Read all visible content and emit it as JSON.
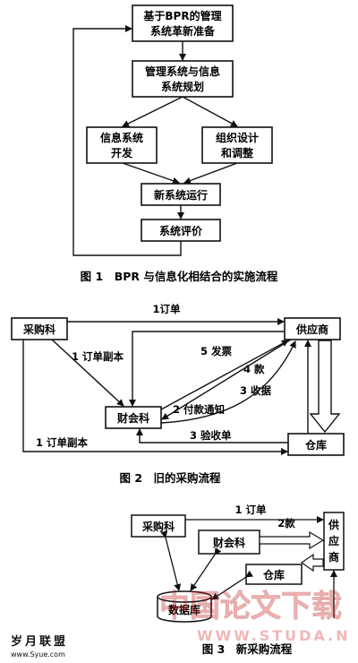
{
  "fig1": {
    "box_bpr_line1": "基于BPR的管理",
    "box_bpr_line2": "系统革新准备",
    "box_plan_line1": "管理系统与信息",
    "box_plan_line2": "系统规划",
    "box_dev_line1": "信息系统",
    "box_dev_line2": "开发",
    "box_org_line1": "组织设计",
    "box_org_line2": "和调整",
    "box_run": "新系统运行",
    "box_eval": "系统评价",
    "caption": "图 1　BPR 与信息化相结合的实施流程"
  },
  "fig2": {
    "purchase": "采购科",
    "supplier": "供应商",
    "finance": "财会科",
    "warehouse": "仓库",
    "lbl_order": "1订单",
    "lbl_order_copy_a": "1 订单副本",
    "lbl_invoice": "5 发票",
    "lbl_payment": "4 款",
    "lbl_receipt": "3 收据",
    "lbl_pay_notice": "2 付款通知",
    "lbl_order_copy_b": "1 订单副本",
    "lbl_inspection": "3 验收单",
    "caption": "图 2　旧的采购流程"
  },
  "fig3": {
    "purchase": "采购科",
    "finance": "财会科",
    "warehouse": "仓库",
    "supplier_line1": "供",
    "supplier_line2": "应",
    "supplier_line3": "商",
    "database": "数据库",
    "lbl_order": "1 订单",
    "lbl_payment": "2款",
    "caption": "图 3　新采购流程"
  },
  "watermark": {
    "cn": "中国论文下载",
    "en": "WWW.STUDA.N"
  },
  "logo": {
    "name": "岁月联盟",
    "url": "www.Syue.com"
  }
}
